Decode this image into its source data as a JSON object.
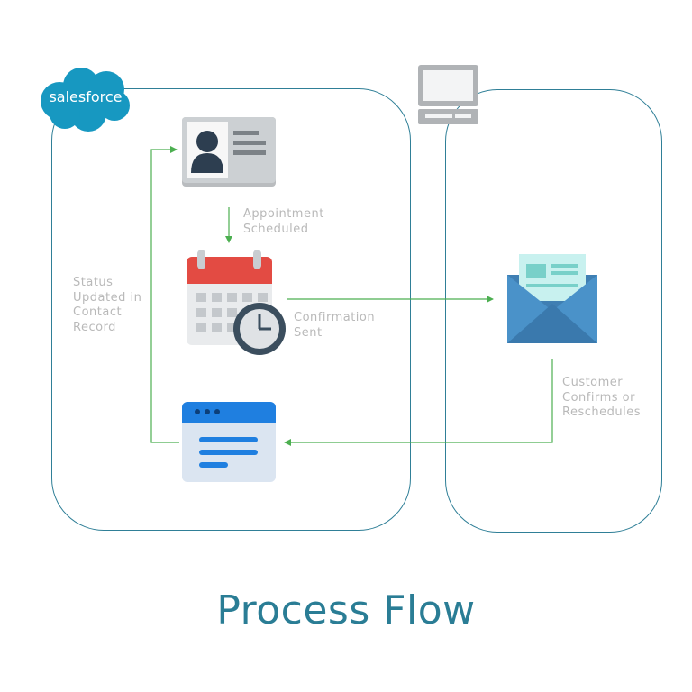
{
  "brand": {
    "logo_text": "salesforce"
  },
  "steps": {
    "appointment": "Appointment\nScheduled",
    "confirmation": "Confirmation\nSent",
    "customer": "Customer\nConfirms or\nReschedules",
    "status": "Status\nUpdated in\nContact\nRecord"
  },
  "title": "Process Flow",
  "colors": {
    "panel_border": "#2f7f97",
    "arrow": "#4caf50",
    "title": "#2a7d95",
    "label": "#b9b9b9",
    "salesforce_blue": "#1798c1"
  },
  "icons": [
    "contact-card-icon",
    "calendar-clock-icon",
    "web-form-icon",
    "email-envelope-icon",
    "computer-icon",
    "salesforce-cloud-icon"
  ]
}
